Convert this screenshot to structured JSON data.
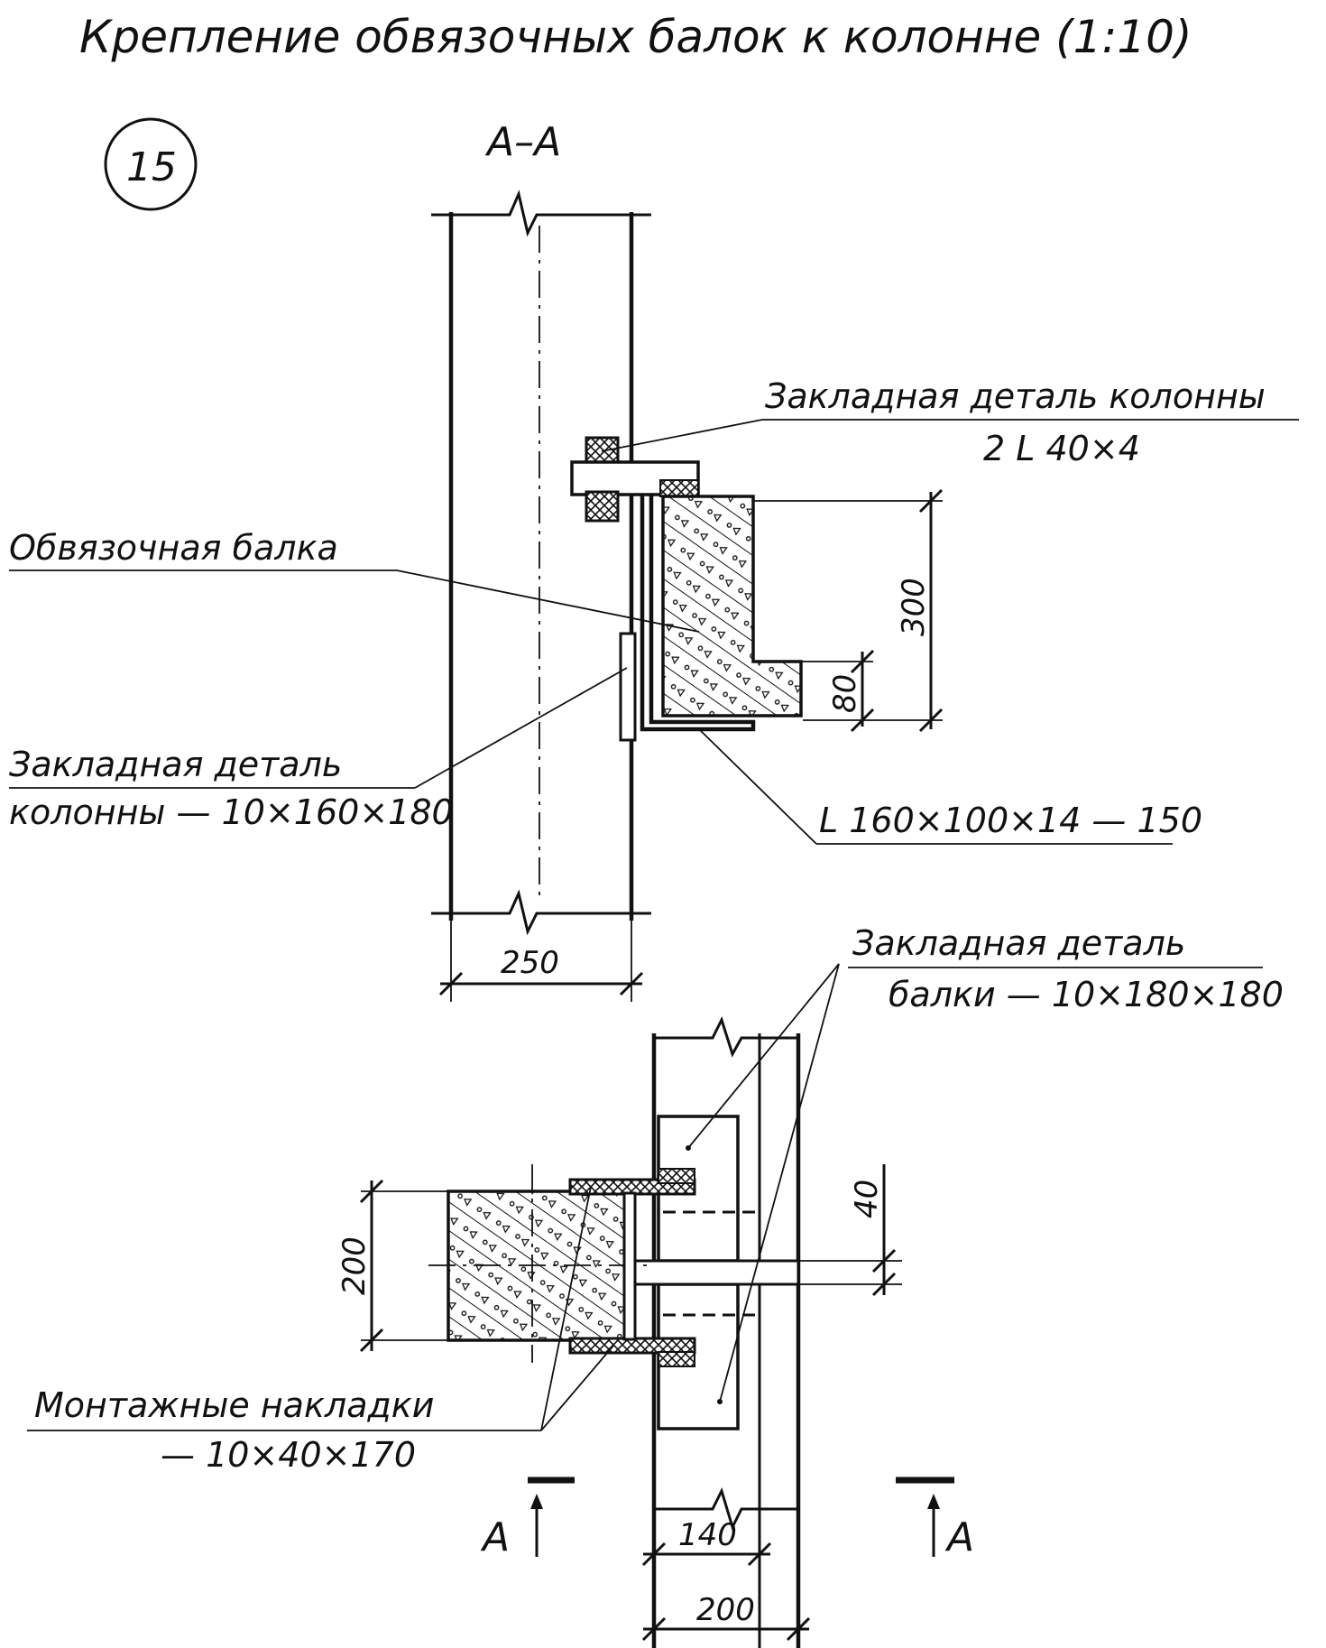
{
  "title": "Крепление обвязочных балок к колонне (1:10)",
  "detail_number": "15",
  "section_label": "А–А",
  "labels": {
    "embedded_column_top": "Закладная деталь колонны",
    "embedded_column_top_spec": "2 L 40×4",
    "tie_beam": "Обвязочная балка",
    "embedded_column_plate": "Закладная деталь",
    "embedded_column_plate_spec": "колонны — 10×160×180",
    "angle_spec": "L 160×100×14 — 150",
    "embedded_beam": "Закладная деталь",
    "embedded_beam_spec": "балки — 10×180×180",
    "mounting_plates": "Монтажные накладки",
    "mounting_plates_spec": "— 10×40×170",
    "section_mark_left": "А",
    "section_mark_right": "А"
  },
  "dimensions": {
    "column_width": "250",
    "beam_height": "300",
    "shelf_height": "80",
    "beam_width_plan": "200",
    "gap_plan": "40",
    "column_inner_plan": "140",
    "column_width_plan": "200"
  }
}
